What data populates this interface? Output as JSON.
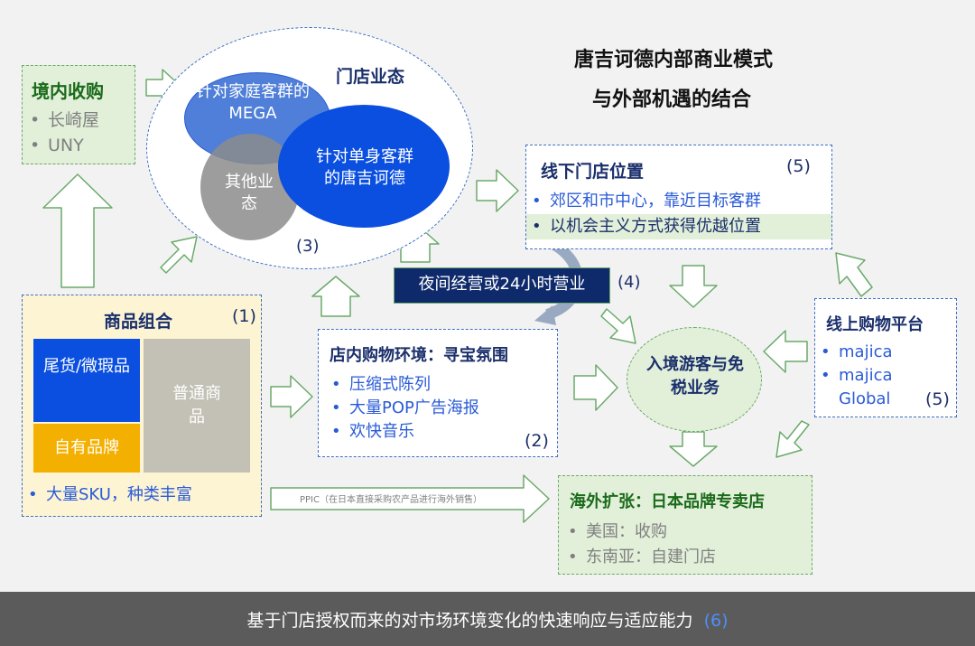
{
  "header": {
    "line1": "唐吉诃德内部商业模式",
    "line2": "与外部机遇的结合"
  },
  "domestic_acquisition": {
    "title": "境内收购",
    "items": [
      "长崎屋",
      "UNY"
    ]
  },
  "store_formats": {
    "label": "门店业态",
    "mega": "针对家庭客群的MEGA",
    "donki": "针对单身客群的唐吉诃德",
    "other": "其他业态",
    "num": "(3)"
  },
  "offline_location": {
    "title": "线下门店位置",
    "num": "(5)",
    "items": [
      "郊区和市中心，靠近目标客群",
      "以机会主义方式获得优越位置"
    ]
  },
  "night_ops": {
    "label": "夜间经营或24小时营业",
    "num": "(4)"
  },
  "product_mix": {
    "title": "商品组合",
    "num": "(1)",
    "tail": "尾货/微瑕品",
    "normal": "普通商品",
    "private": "自有品牌",
    "bullet": "大量SKU，种类丰富"
  },
  "in_store": {
    "title": "店内购物环境：寻宝氛围",
    "num": "(2)",
    "items": [
      "压缩式陈列",
      "大量POP广告海报",
      "欢快音乐"
    ]
  },
  "inbound": {
    "label": "入境游客与免税业务"
  },
  "online": {
    "title": "线上购物平台",
    "num": "(5)",
    "items": [
      "majica",
      "majica Global"
    ]
  },
  "overseas": {
    "title": "海外扩张：日本品牌专卖店",
    "items": [
      "美国：收购",
      "东南亚：自建门店"
    ]
  },
  "ppic_arrow": {
    "label": "PPIC（在日本直接采购农产品进行海外销售）"
  },
  "footer": {
    "text": "基于门店授权而来的对市场环境变化的快速响应与适应能力",
    "num": "(6)"
  },
  "colors": {
    "dark_navy": "#1a2f6b",
    "blue": "#2a5bd7",
    "green_fill": "#e2efd9",
    "arrow_green": "#6aaa6a",
    "footer_bg": "#5b5b5b"
  }
}
